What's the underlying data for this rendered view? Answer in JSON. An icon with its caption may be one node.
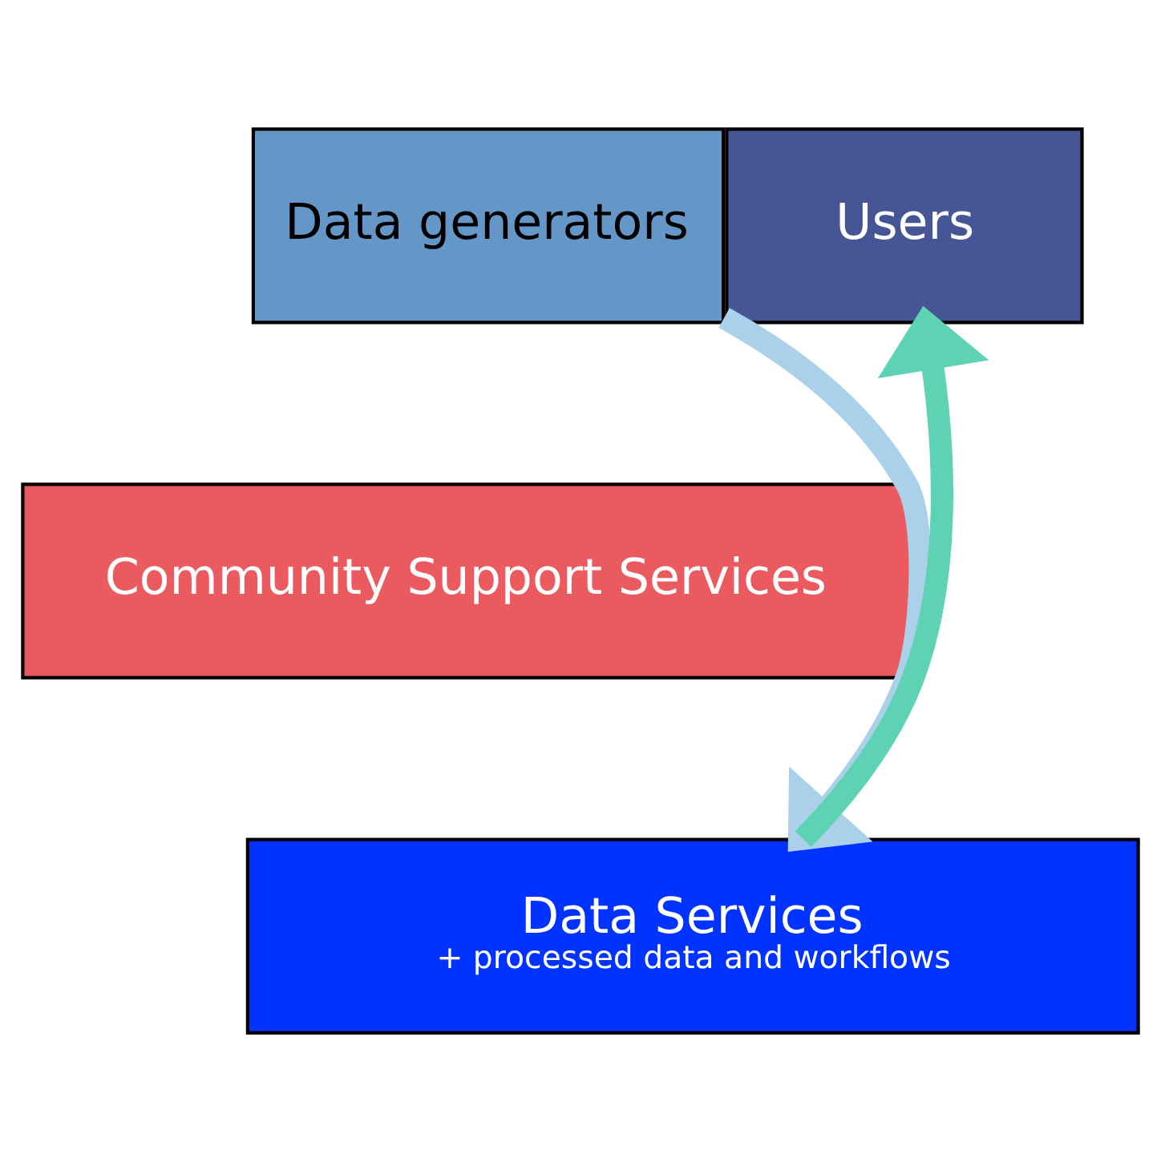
{
  "diagram": {
    "nodes": [
      {
        "text": [
          "Data generators"
        ]
      },
      {
        "text": [
          "Users"
        ]
      },
      {
        "text": [
          "Community Support Services"
        ]
      },
      {
        "text": [
          "Data Services",
          "+ processed data and workflows"
        ]
      }
    ],
    "edges": [
      {
        "from": 0,
        "to": 3,
        "arrow": "to",
        "color": "#abd0ea"
      },
      {
        "from": 3,
        "to": 1,
        "arrow": "to",
        "color": "#5dd3b4"
      }
    ]
  }
}
